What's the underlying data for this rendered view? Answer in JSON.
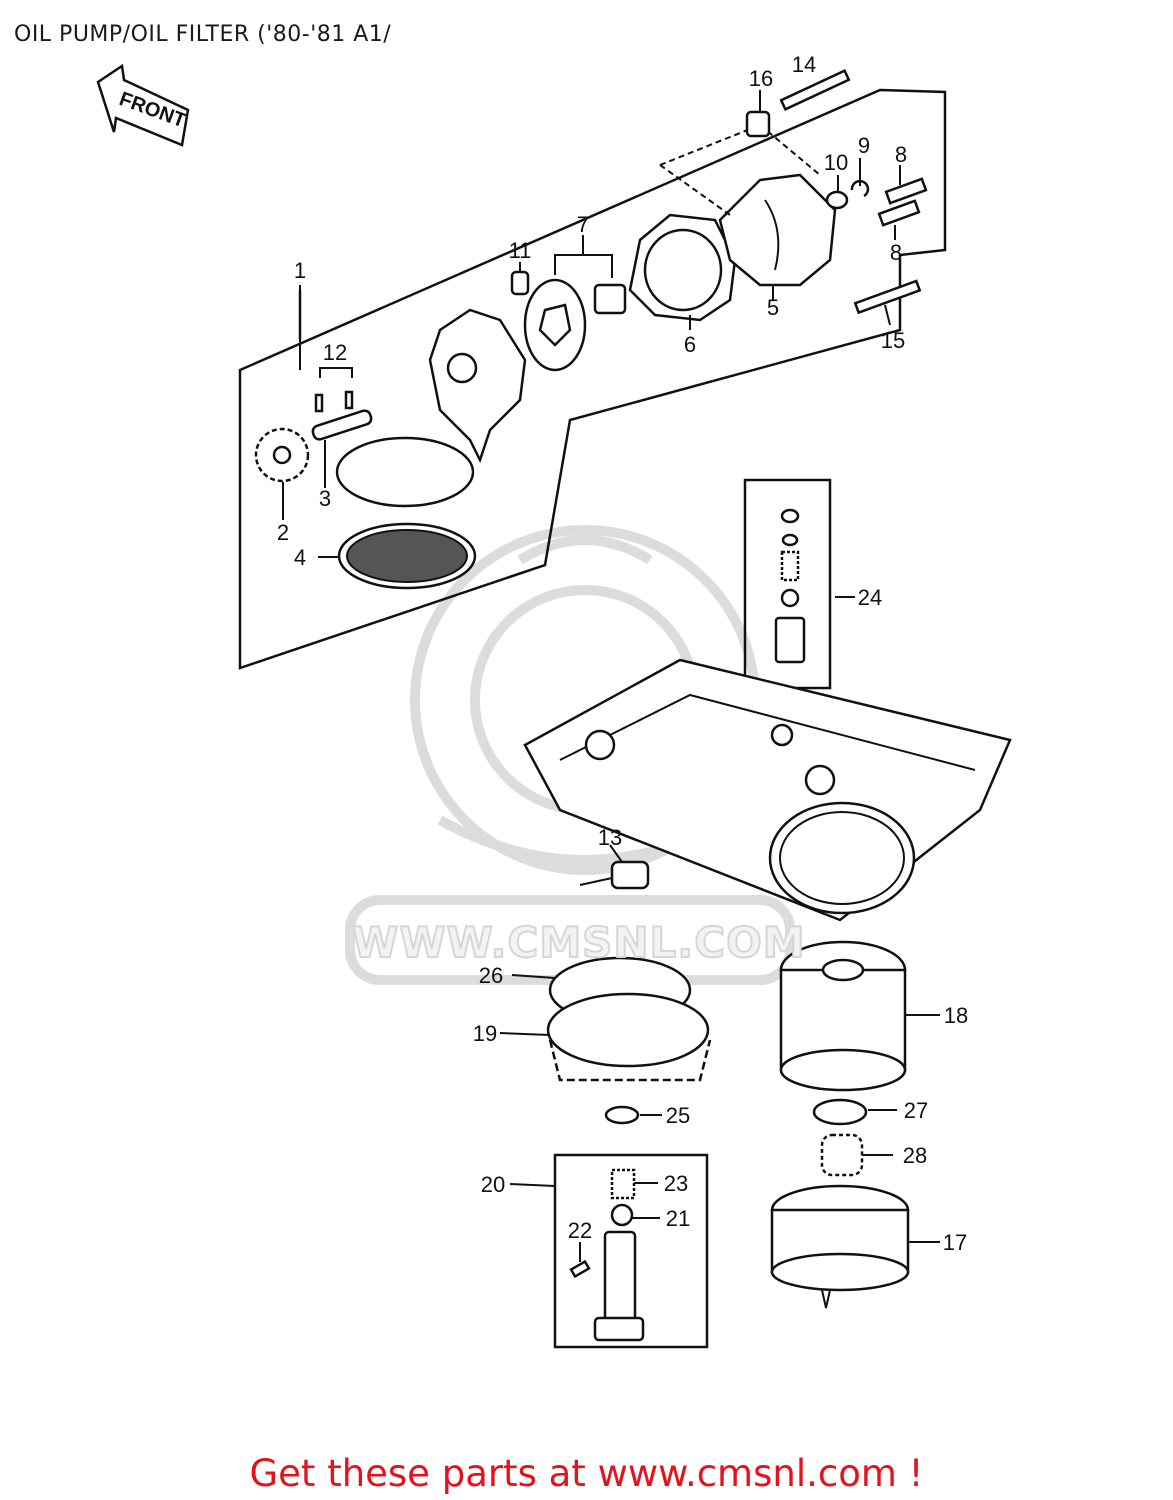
{
  "page": {
    "title": "OIL PUMP/OIL FILTER ('80-'81 A1/",
    "cta": "Get these parts at www.cmsnl.com !",
    "cta_color": "#e4121b",
    "front_label": "FRONT"
  },
  "watermark": {
    "text": "WWW.CMSNL.COM",
    "logo": "cmsnl-mascot-logo"
  },
  "callouts": [
    "1",
    "2",
    "3",
    "4",
    "5",
    "6",
    "7",
    "8",
    "8",
    "9",
    "10",
    "11",
    "12",
    "13",
    "14",
    "15",
    "16",
    "17",
    "18",
    "19",
    "20",
    "21",
    "22",
    "23",
    "24",
    "25",
    "26",
    "27",
    "28"
  ]
}
